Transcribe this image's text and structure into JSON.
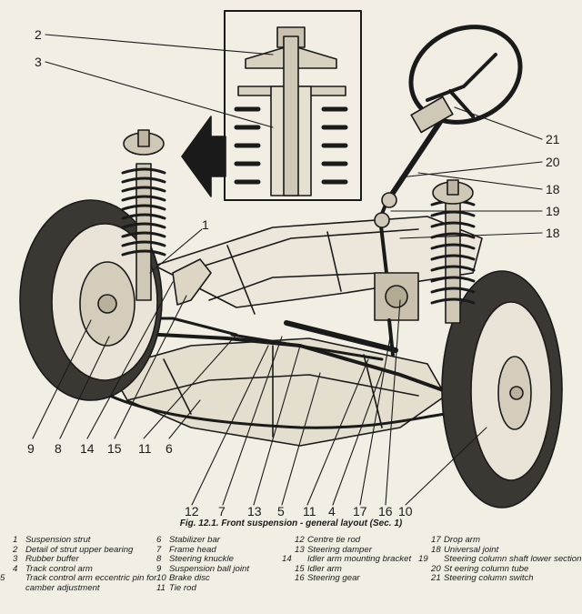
{
  "caption": "Fig. 12.1. Front suspension - general layout (Sec. 1)",
  "callouts": [
    "2",
    "3",
    "1",
    "21",
    "20",
    "18",
    "19",
    "18",
    "9",
    "8",
    "14",
    "15",
    "11",
    "6",
    "12",
    "7",
    "13",
    "5",
    "11",
    "4",
    "17",
    "16",
    "10"
  ],
  "legend": [
    {
      "num": "1",
      "text": "Suspension strut"
    },
    {
      "num": "2",
      "text": "Detail of strut upper bearing"
    },
    {
      "num": "3",
      "text": "Rubber buffer"
    },
    {
      "num": "4",
      "text": "Track control arm"
    },
    {
      "num": "5",
      "text": "Track control arm eccentric pin for camber adjustment"
    },
    {
      "num": "6",
      "text": "Stabilizer bar"
    },
    {
      "num": "7",
      "text": "Frame head"
    },
    {
      "num": "8",
      "text": "Steering knuckle"
    },
    {
      "num": "9",
      "text": "Suspension ball joint"
    },
    {
      "num": "10",
      "text": "Brake disc"
    },
    {
      "num": "11",
      "text": "Tie rod"
    },
    {
      "num": "12",
      "text": "Centre tie rod"
    },
    {
      "num": "13",
      "text": "Steering damper"
    },
    {
      "num": "14",
      "text": "Idler arm mounting bracket"
    },
    {
      "num": "15",
      "text": "Idler arm"
    },
    {
      "num": "16",
      "text": "Steering gear"
    },
    {
      "num": "17",
      "text": "Drop arm"
    },
    {
      "num": "18",
      "text": "Universal joint"
    },
    {
      "num": "19",
      "text": "Steering column shaft lower section"
    },
    {
      "num": "20",
      "text": "St eering column tube"
    },
    {
      "num": "21",
      "text": "Steering column switch"
    }
  ]
}
